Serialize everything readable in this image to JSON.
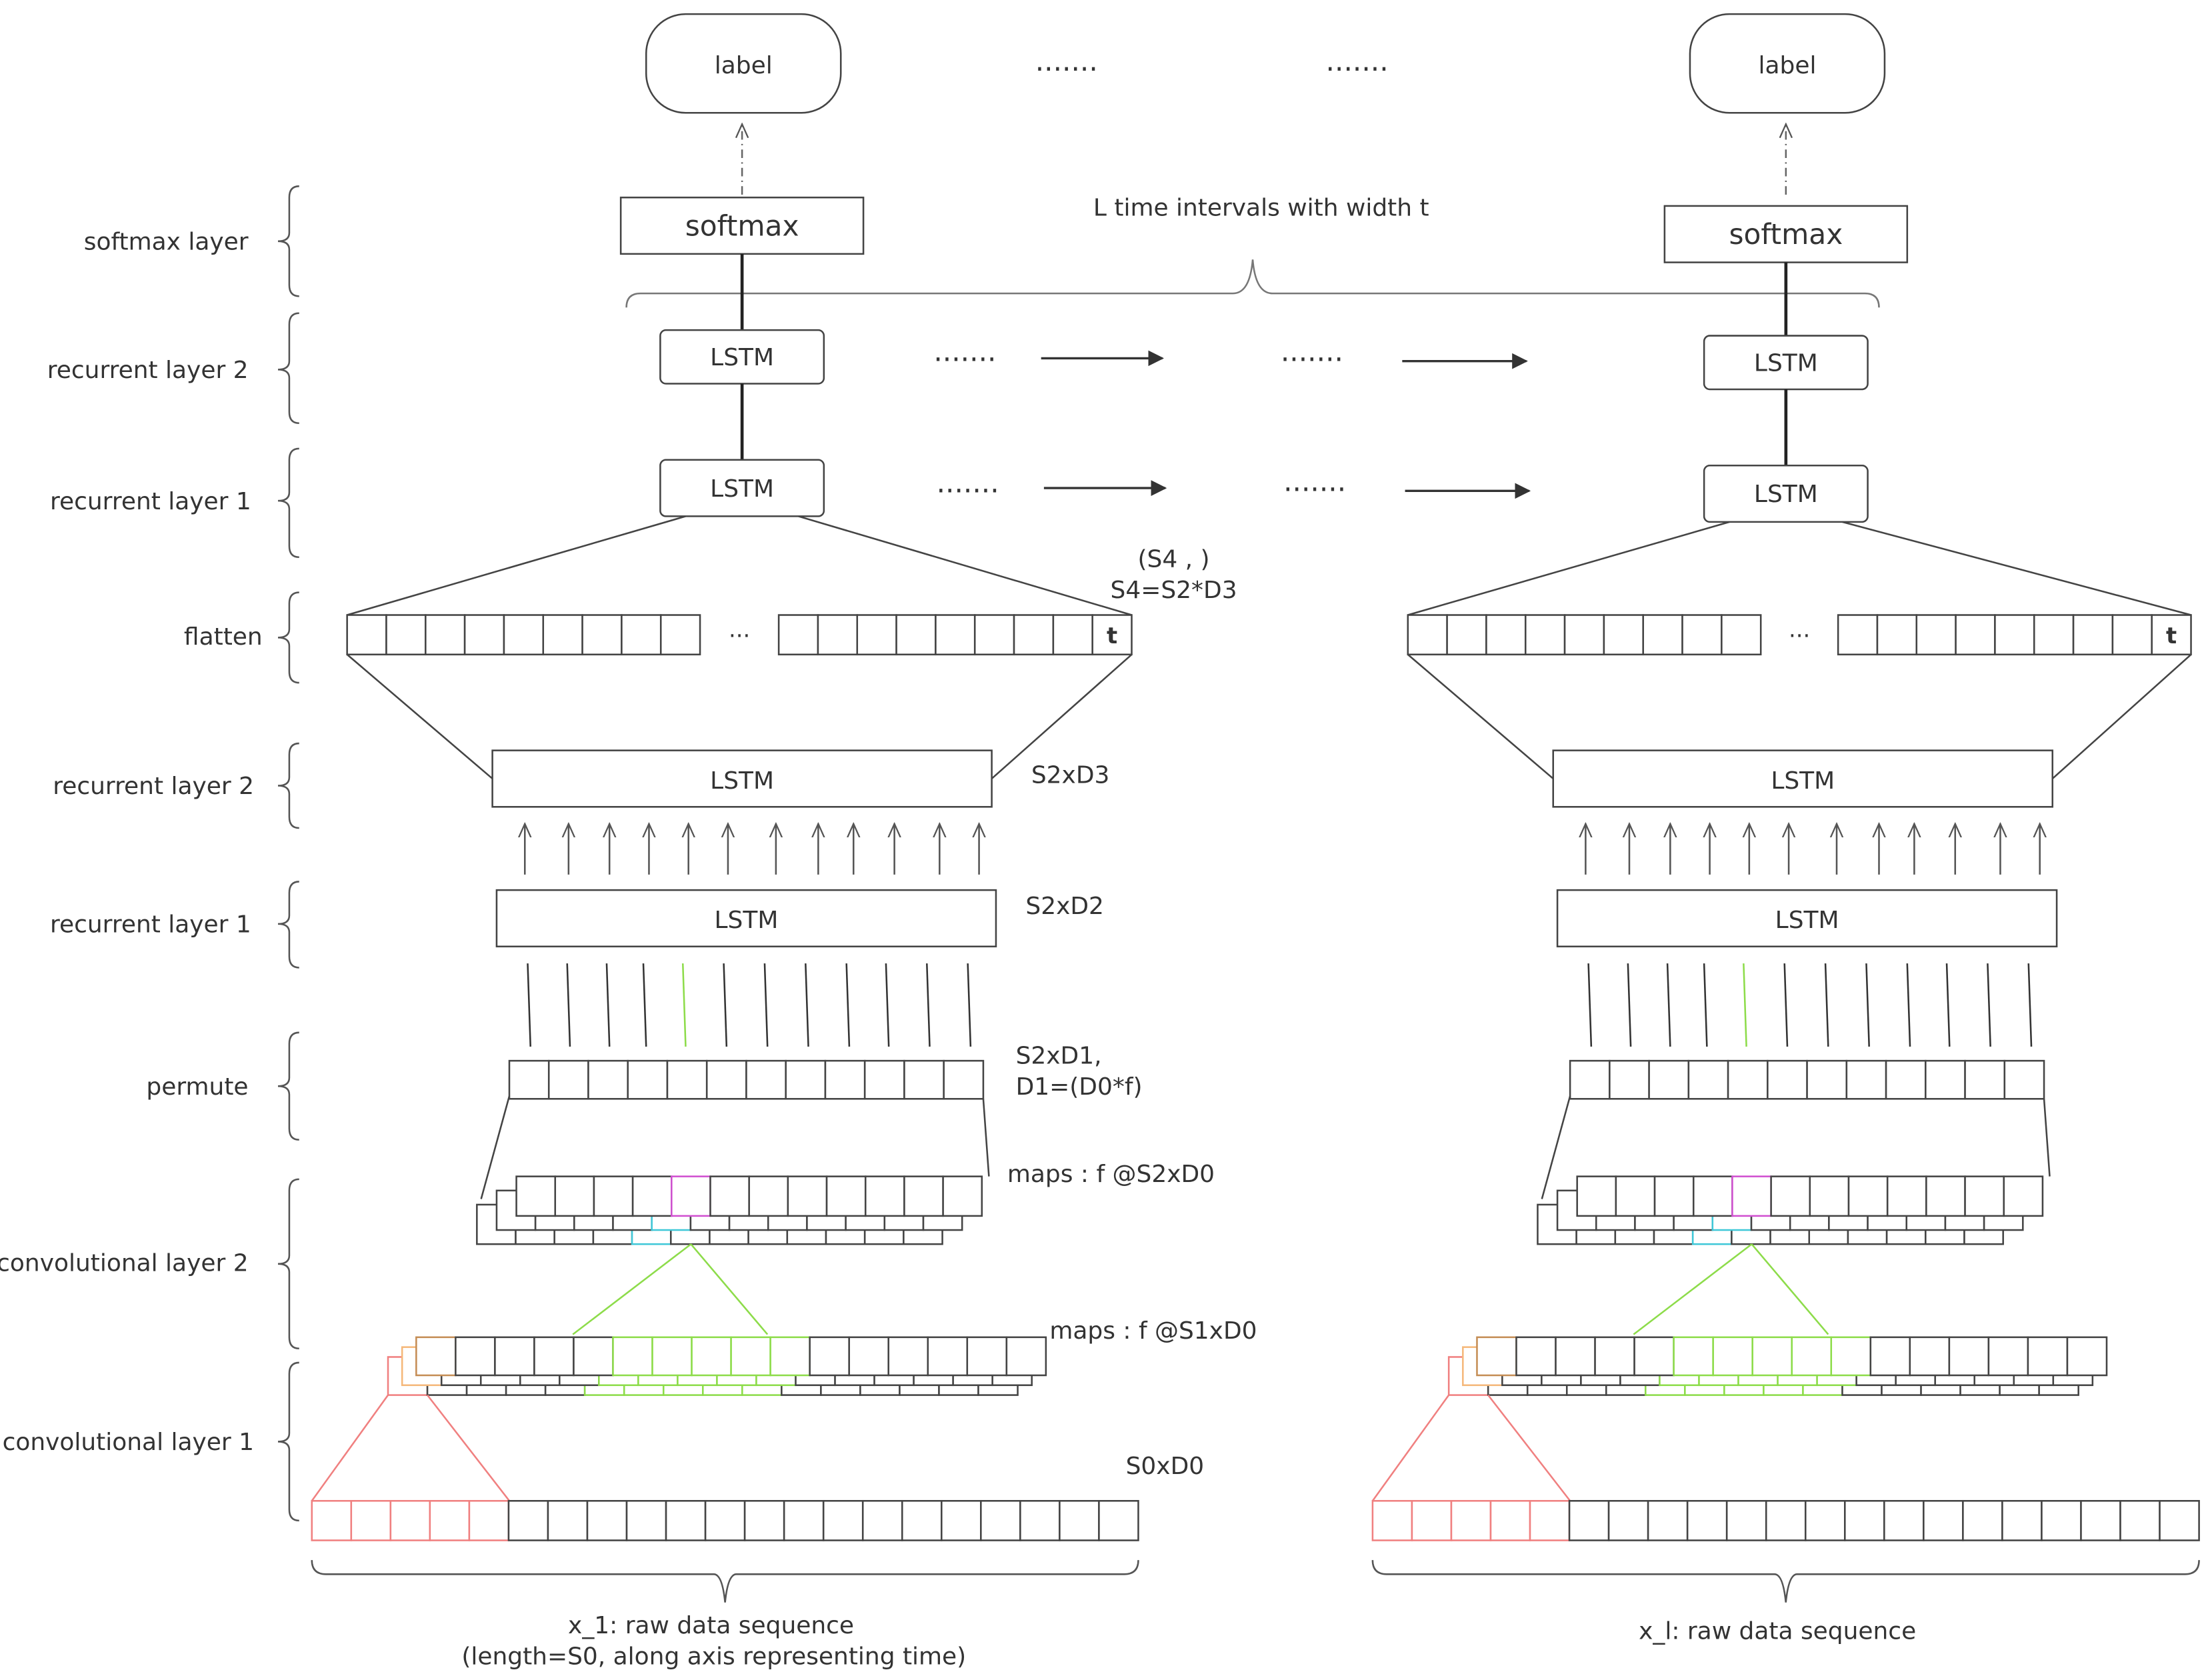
{
  "layer_labels": [
    "softmax layer",
    "recurrent layer 2",
    "recurrent layer 1",
    "flatten",
    "recurrent layer 2",
    "recurrent layer 1",
    "permute",
    "convolutional layer 2",
    "convolutional layer 1"
  ],
  "top": {
    "label_box": "label",
    "softmax_box": "softmax",
    "lstm_box": "LSTM",
    "dots": ".......",
    "interval_caption": "L time intervals with width t"
  },
  "inner": {
    "lstm_box": "LSTM",
    "flatten_ellipsis": "···",
    "flatten_last_cell": "t"
  },
  "annotations": {
    "flatten_shape": "(S4 , )",
    "flatten_formula": "S4=S2*D3",
    "lstm2_shape": "S2xD3",
    "lstm1_shape": "S2xD2",
    "permute_shape": "S2xD1,",
    "permute_formula": "D1=(D0*f)",
    "conv2_maps": "maps : f @S2xD0",
    "conv1_maps": "maps : f @S1xD0",
    "input_shape": "S0xD0"
  },
  "captions": {
    "left_line1": "x_1: raw data sequence",
    "left_line2": "(length=S0, along axis representing time)",
    "right_line1": "x_l: raw data sequence"
  },
  "colors": {
    "stroke": "#444444",
    "text": "#333333",
    "red": "#f08080",
    "orange": "#f5b87a",
    "brown": "#c58d55",
    "green": "#8ddc4a",
    "magenta": "#d050d0",
    "cyan": "#40c8d8"
  }
}
